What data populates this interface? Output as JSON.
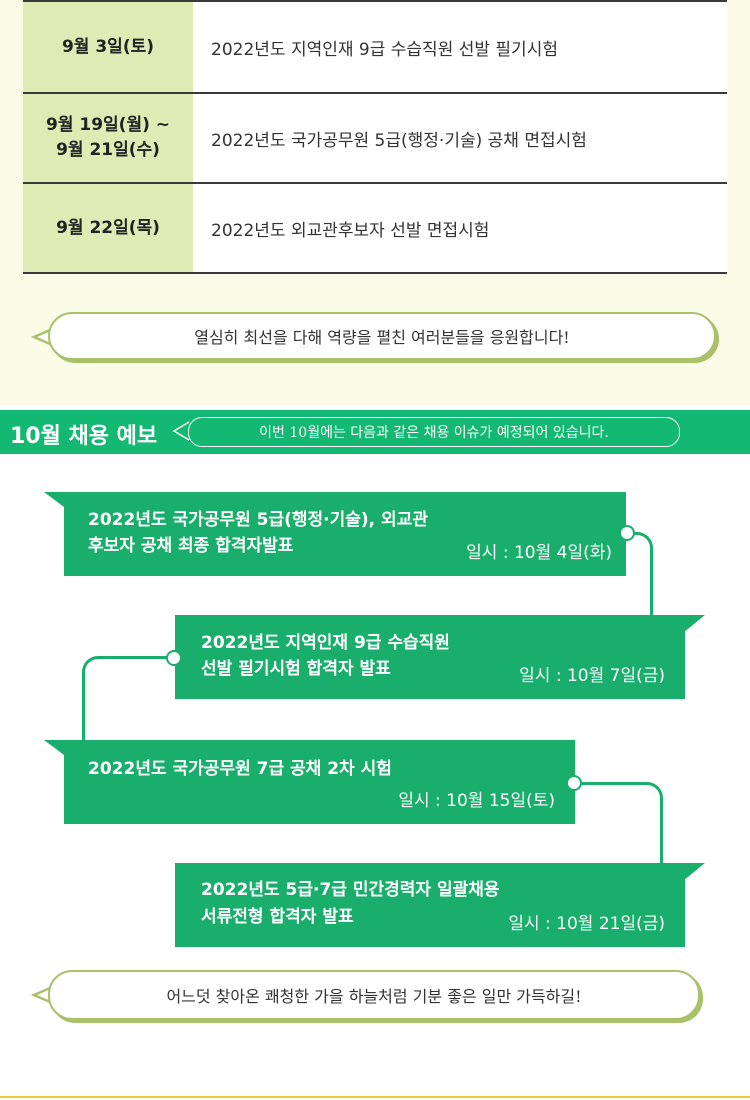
{
  "schedule": [
    {
      "date": "9월 3일(토)",
      "event": "2022년도 지역인재 9급 수습직원 선발 필기시험"
    },
    {
      "date_line1": "9월 19일(월) ~",
      "date_line2": "9월 21일(수)",
      "event": "2022년도 국가공무원 5급(행정·기술) 공채 면접시험"
    },
    {
      "date": "9월 22일(목)",
      "event": "2022년도 외교관후보자 선발 면접시험"
    }
  ],
  "cheer_message": "열심히 최선을 다해 역량을 펼친 여러분들을 응원합니다!",
  "forecast": {
    "title": "10월 채용 예보",
    "subtitle": "이번 10월에는 다음과 같은 채용 이슈가 예정되어 있습니다."
  },
  "cards": [
    {
      "title_line1": "2022년도 국가공무원 5급(행정·기술), 외교관",
      "title_line2": "후보자 공채 최종 합격자발표",
      "when": "일시 : 10월 4일(화)"
    },
    {
      "title_line1": "2022년도 지역인재 9급 수습직원",
      "title_line2": "선발 필기시험 합격자 발표",
      "when": "일시 : 10월 7일(금)"
    },
    {
      "title_line1": "2022년도 국가공무원 7급 공채 2차 시험",
      "title_line2": "",
      "when": "일시 : 10월 15일(토)"
    },
    {
      "title_line1": "2022년도 5급·7급 민간경력자 일괄채용",
      "title_line2": "서류전형 합격자 발표",
      "when": "일시 : 10월 21일(금)"
    }
  ],
  "closing_message": "어느덧 찾아온 쾌청한 가을 하늘처럼 기분 좋은 일만 가득하길!",
  "colors": {
    "green": "#1aae6c",
    "band": "#13b872",
    "date_cell": "#dfeab4",
    "bubble_border": "#a9c26a",
    "top_bg": "#fafce8"
  }
}
